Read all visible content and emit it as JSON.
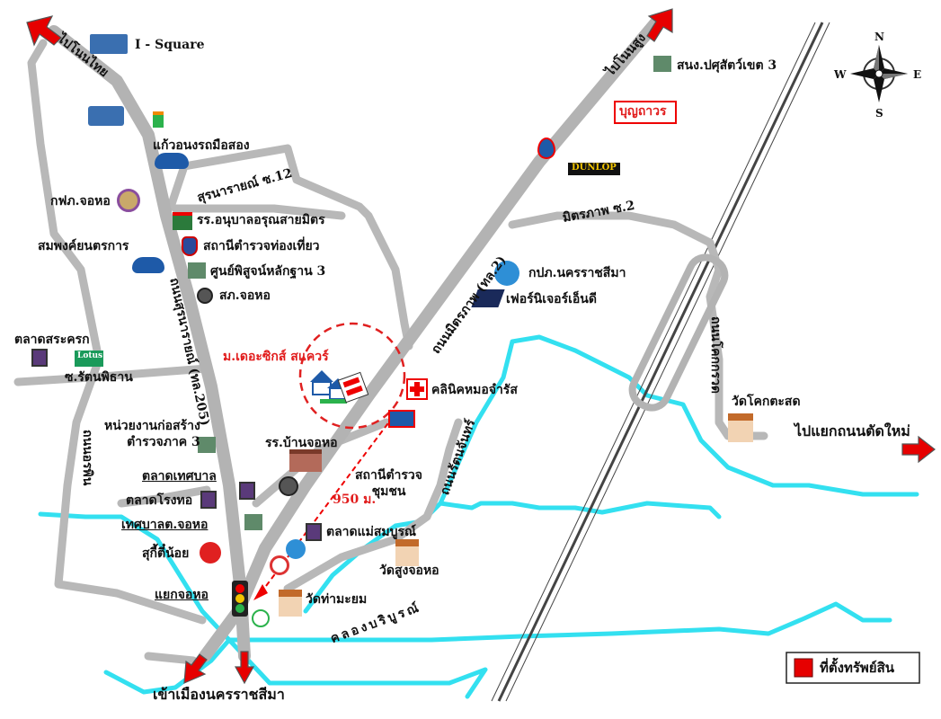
{
  "directions": {
    "to_nong_phai": "ไปโนนไทย",
    "to_non_sung": "ไปโนนสูง",
    "to_new_road": "ไปแยกถนนตัดใหม่",
    "to_korat": "เข้าเมืองนครราชสีมา"
  },
  "compass": {
    "n": "N",
    "s": "S",
    "e": "E",
    "w": "W"
  },
  "roads": {
    "suranarai_soi12": "สุรนารายณ์ ซ.12",
    "suranarai_main": "ถนนสุรนารายณ์ (ทล.205)",
    "mittraphap_main": "ถนนมิตรภาพ (ทล.2)",
    "mittraphap_soi2": "มิตรภาพ ซ.2",
    "rattanaphithan": "ซ.รัตนพิธาน",
    "kamphra": "ถนนอรพิน",
    "ban_jo_ho": "ถนนรัตนจันทร์",
    "khu_muang": "ถนนโคกกรวด",
    "canal": "คลองบริบูรณ์"
  },
  "places": {
    "i_square": "I - Square",
    "pasu": "สนง.ปศุสัตว์เขต 3",
    "boonthavorn": "บุญถาวร",
    "dunlop": "DUNLOP",
    "car_shop": "แก้วอนงรถมือสอง",
    "kfp": "กฟภ.จอหอ",
    "rr_anuban": "รร.อนุบาลอรุณสายมิตร",
    "tourist_police": "สถานีตำรวจท่องเที่ยว",
    "forensic": "ศูนย์พิสูจน์หลักฐาน 3",
    "somphong": "สมพงค์ยนตรการ",
    "sk_jo_ho": "สภ.จอหอ",
    "kpp_korat": "กปภ.นครราชสีมา",
    "furniture": "เฟอร์นิเจอร์เอ็นดี",
    "talat_sakrok": "ตลาดสระครก",
    "lotus": "Lotus's",
    "project": "ม.เดอะซิกส์ สแควร์",
    "clinic": "คลินิคหมอจำรัส",
    "construction_unit": "หน่วยงานก่อสร้าง\nตำรวจภาค 3",
    "rr_ban_jo_ho": "รร.บ้านจอหอ",
    "police_station": "สถานีตำรวจ\nชุมชน",
    "distance": "950 ม.",
    "talat_thetsaban": "ตลาดเทศบาล",
    "talat_rongtho": "ตลาดโรงทอ",
    "thetsaban": "เทศบาลต.จอหอ",
    "talat_maesomboon": "ตลาดแม่สมบูรณ์",
    "suki": "สุกี้ตี๋น้อย",
    "wat_sung": "วัดสูงจอหอ",
    "yaek_jo_ho": "แยกจอหอ",
    "wat_tha": "วัดท่ามะยม",
    "wat_khok": "วัดโคกตะสด"
  },
  "legend": {
    "label": "ที่ตั้งทรัพย์สิน"
  },
  "colors": {
    "road": "#b3b3b3",
    "minor_road": "#b8b8b8",
    "water": "#33e0f0",
    "rail": "#555555",
    "marker": "#e60000",
    "circle": "#e02020"
  }
}
